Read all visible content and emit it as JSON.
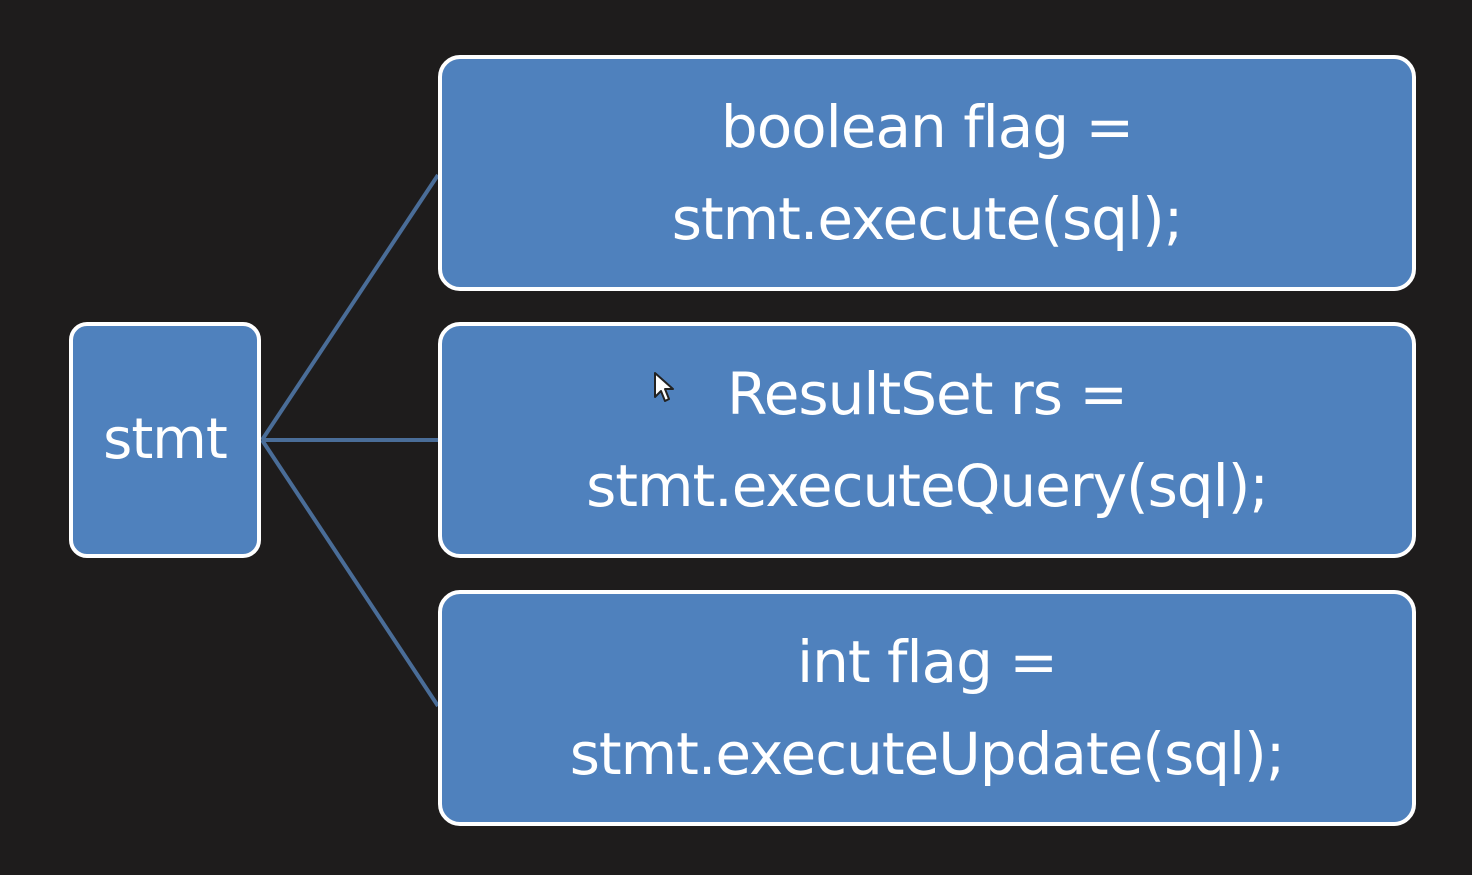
{
  "colors": {
    "background": "#1e1c1c",
    "box_fill": "#4f81bd",
    "box_border": "#ffffff",
    "connector": "#4a6d98",
    "text": "#ffffff"
  },
  "diagram": {
    "root": {
      "label": "stmt"
    },
    "children": [
      {
        "line1": "boolean flag =",
        "line2": "stmt.execute(sql);"
      },
      {
        "line1": "ResultSet rs =",
        "line2": "stmt.executeQuery(sql);"
      },
      {
        "line1": "int flag =",
        "line2": "stmt.executeUpdate(sql);"
      }
    ]
  },
  "icons": {
    "cursor": "mouse-pointer-icon"
  }
}
